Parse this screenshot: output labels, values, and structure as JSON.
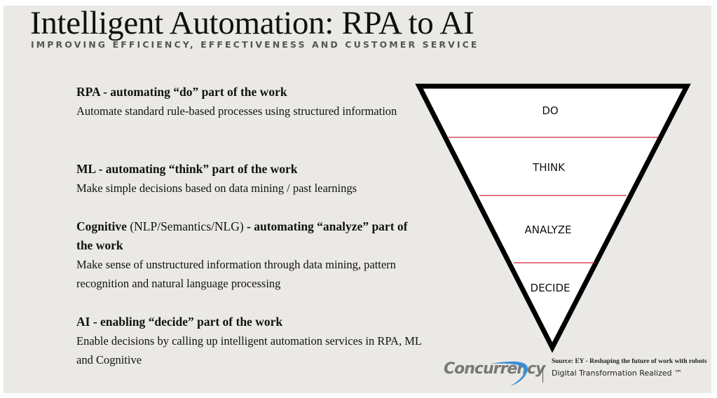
{
  "header": {
    "title": "Intelligent Automation: RPA to AI",
    "subtitle": "IMPROVING EFFICIENCY, EFFECTIVENESS AND CUSTOMER SERVICE"
  },
  "sections": [
    {
      "heading": "RPA - automating “do” part of the work",
      "heading_note": "",
      "heading_rest": "",
      "body": "Automate standard rule-based processes using structured information"
    },
    {
      "heading": "ML - automating “think” part of the work",
      "heading_note": "",
      "heading_rest": "",
      "body": "Make simple decisions based on data mining / past learnings"
    },
    {
      "heading": "Cognitive",
      "heading_note": " (NLP/Semantics/NLG) ",
      "heading_rest": "- automating “analyze” part of the work",
      "body": "Make sense of unstructured information through data mining, pattern recognition and natural language processing"
    },
    {
      "heading": "AI - enabling “decide” part of the work",
      "heading_note": "",
      "heading_rest": "",
      "body": "Enable decisions by calling up intelligent automation services in RPA, ML and Cognitive"
    }
  ],
  "pyramid": {
    "levels": [
      "DO",
      "THINK",
      "ANALYZE",
      "DECIDE"
    ],
    "outline_color": "#000000",
    "divider_color": "#d0213a"
  },
  "footer": {
    "logo_text": "Concurrency",
    "source": "Source: EY - Reshaping the future of work with robots",
    "tagline": "Digital Transformation Realized ™"
  }
}
